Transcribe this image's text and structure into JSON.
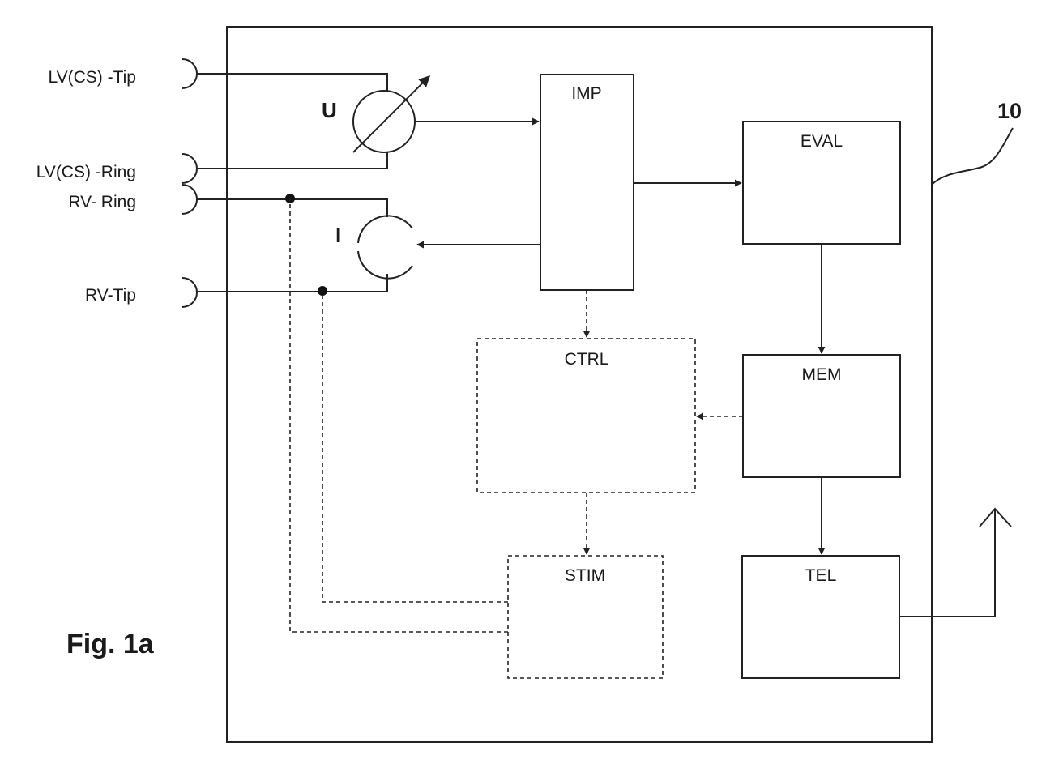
{
  "terminals": {
    "lv_tip": "LV(CS) -Tip",
    "lv_ring": "LV(CS) -Ring",
    "rv_ring": "RV- Ring",
    "rv_tip": "RV-Tip"
  },
  "symbols": {
    "voltage": "U",
    "current": "I"
  },
  "blocks": {
    "imp": "IMP",
    "eval": "EVAL",
    "ctrl": "CTRL",
    "mem": "MEM",
    "stim": "STIM",
    "tel": "TEL"
  },
  "reference_numeral": "10",
  "figure_label": "Fig. 1a"
}
